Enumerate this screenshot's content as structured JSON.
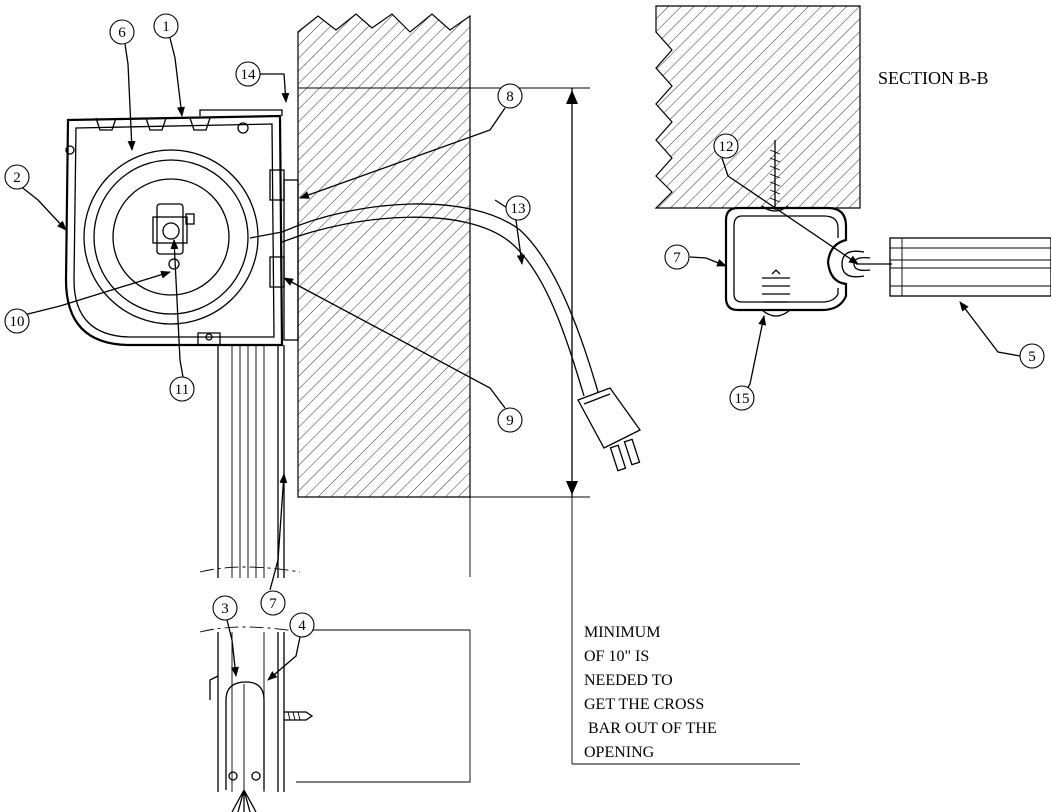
{
  "section_title": "SECTION B-B",
  "note_lines": [
    "MINIMUM",
    "OF 10\" IS",
    "NEEDED TO",
    "GET THE CROSS",
    " BAR OUT OF THE",
    "OPENING"
  ],
  "callouts": {
    "c1": "1",
    "c2": "2",
    "c3": "3",
    "c4": "4",
    "c5": "5",
    "c6": "6",
    "c7a": "7",
    "c7b": "7",
    "c8": "8",
    "c9": "9",
    "c10": "10",
    "c11": "11",
    "c12": "12",
    "c13": "13",
    "c14": "14",
    "c15": "15"
  }
}
